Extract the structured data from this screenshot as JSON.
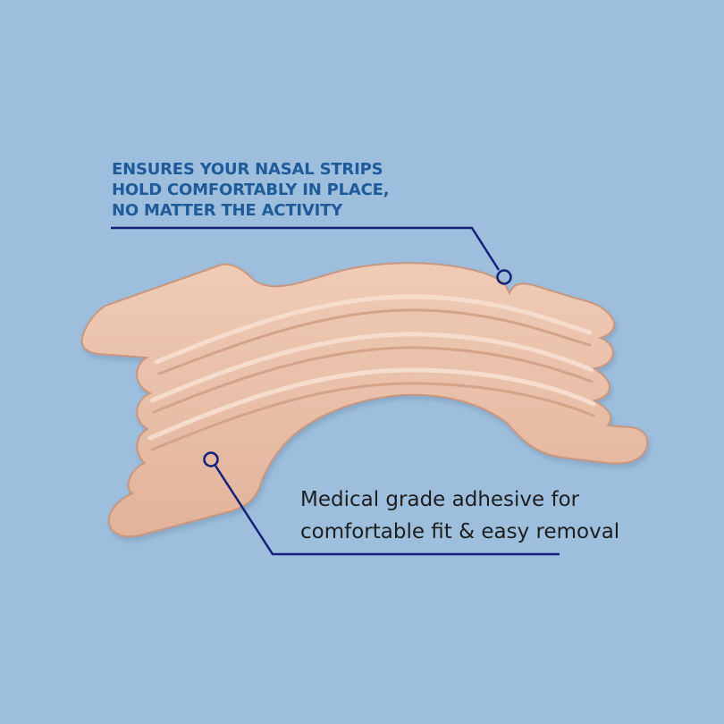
{
  "callouts": {
    "top": {
      "lines": [
        "ENSURES YOUR NASAL STRIPS",
        "HOLD COMFORTABLY IN PLACE,",
        "NO MATTER THE ACTIVITY"
      ]
    },
    "bottom": {
      "lines": [
        "Medical grade adhesive for",
        "comfortable fit & easy removal"
      ]
    }
  },
  "colors": {
    "background": "#9dbfdd",
    "strip": "#e8bfa8",
    "strip_shadow": "#c9977f",
    "leader_line": "#15207a",
    "top_text": "#1f5b9a",
    "bottom_text": "#1e1e1e"
  },
  "illustration": {
    "subject": "skin-tone adhesive nasal strip holder",
    "icon": "adhesive-patch-illustration"
  }
}
